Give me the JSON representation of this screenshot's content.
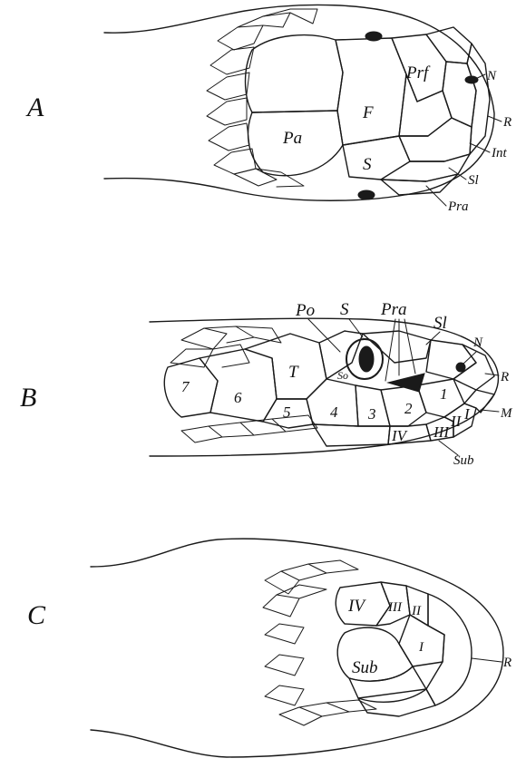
{
  "panels": [
    {
      "letter": "A",
      "labels": {
        "N": "N",
        "R": "R",
        "Int": "Int",
        "Sl": "Sl",
        "Pra": "Pra",
        "Prf": "Prf",
        "F": "F",
        "Pa": "Pa",
        "S": "S"
      }
    },
    {
      "letter": "B",
      "labels": {
        "Po": "Po",
        "S": "S",
        "Pra": "Pra",
        "Sl": "Sl",
        "N": "N",
        "R": "R",
        "M": "M",
        "Sub": "Sub",
        "T": "T",
        "So": "So"
      },
      "supralabials": [
        "7",
        "6",
        "5",
        "4",
        "3",
        "2",
        "1"
      ],
      "infralabials": [
        "I",
        "II",
        "III",
        "IV"
      ]
    },
    {
      "letter": "C",
      "labels": {
        "R": "R",
        "Sub": "Sub"
      },
      "infralabials": [
        "I",
        "II",
        "III",
        "IV"
      ]
    }
  ]
}
